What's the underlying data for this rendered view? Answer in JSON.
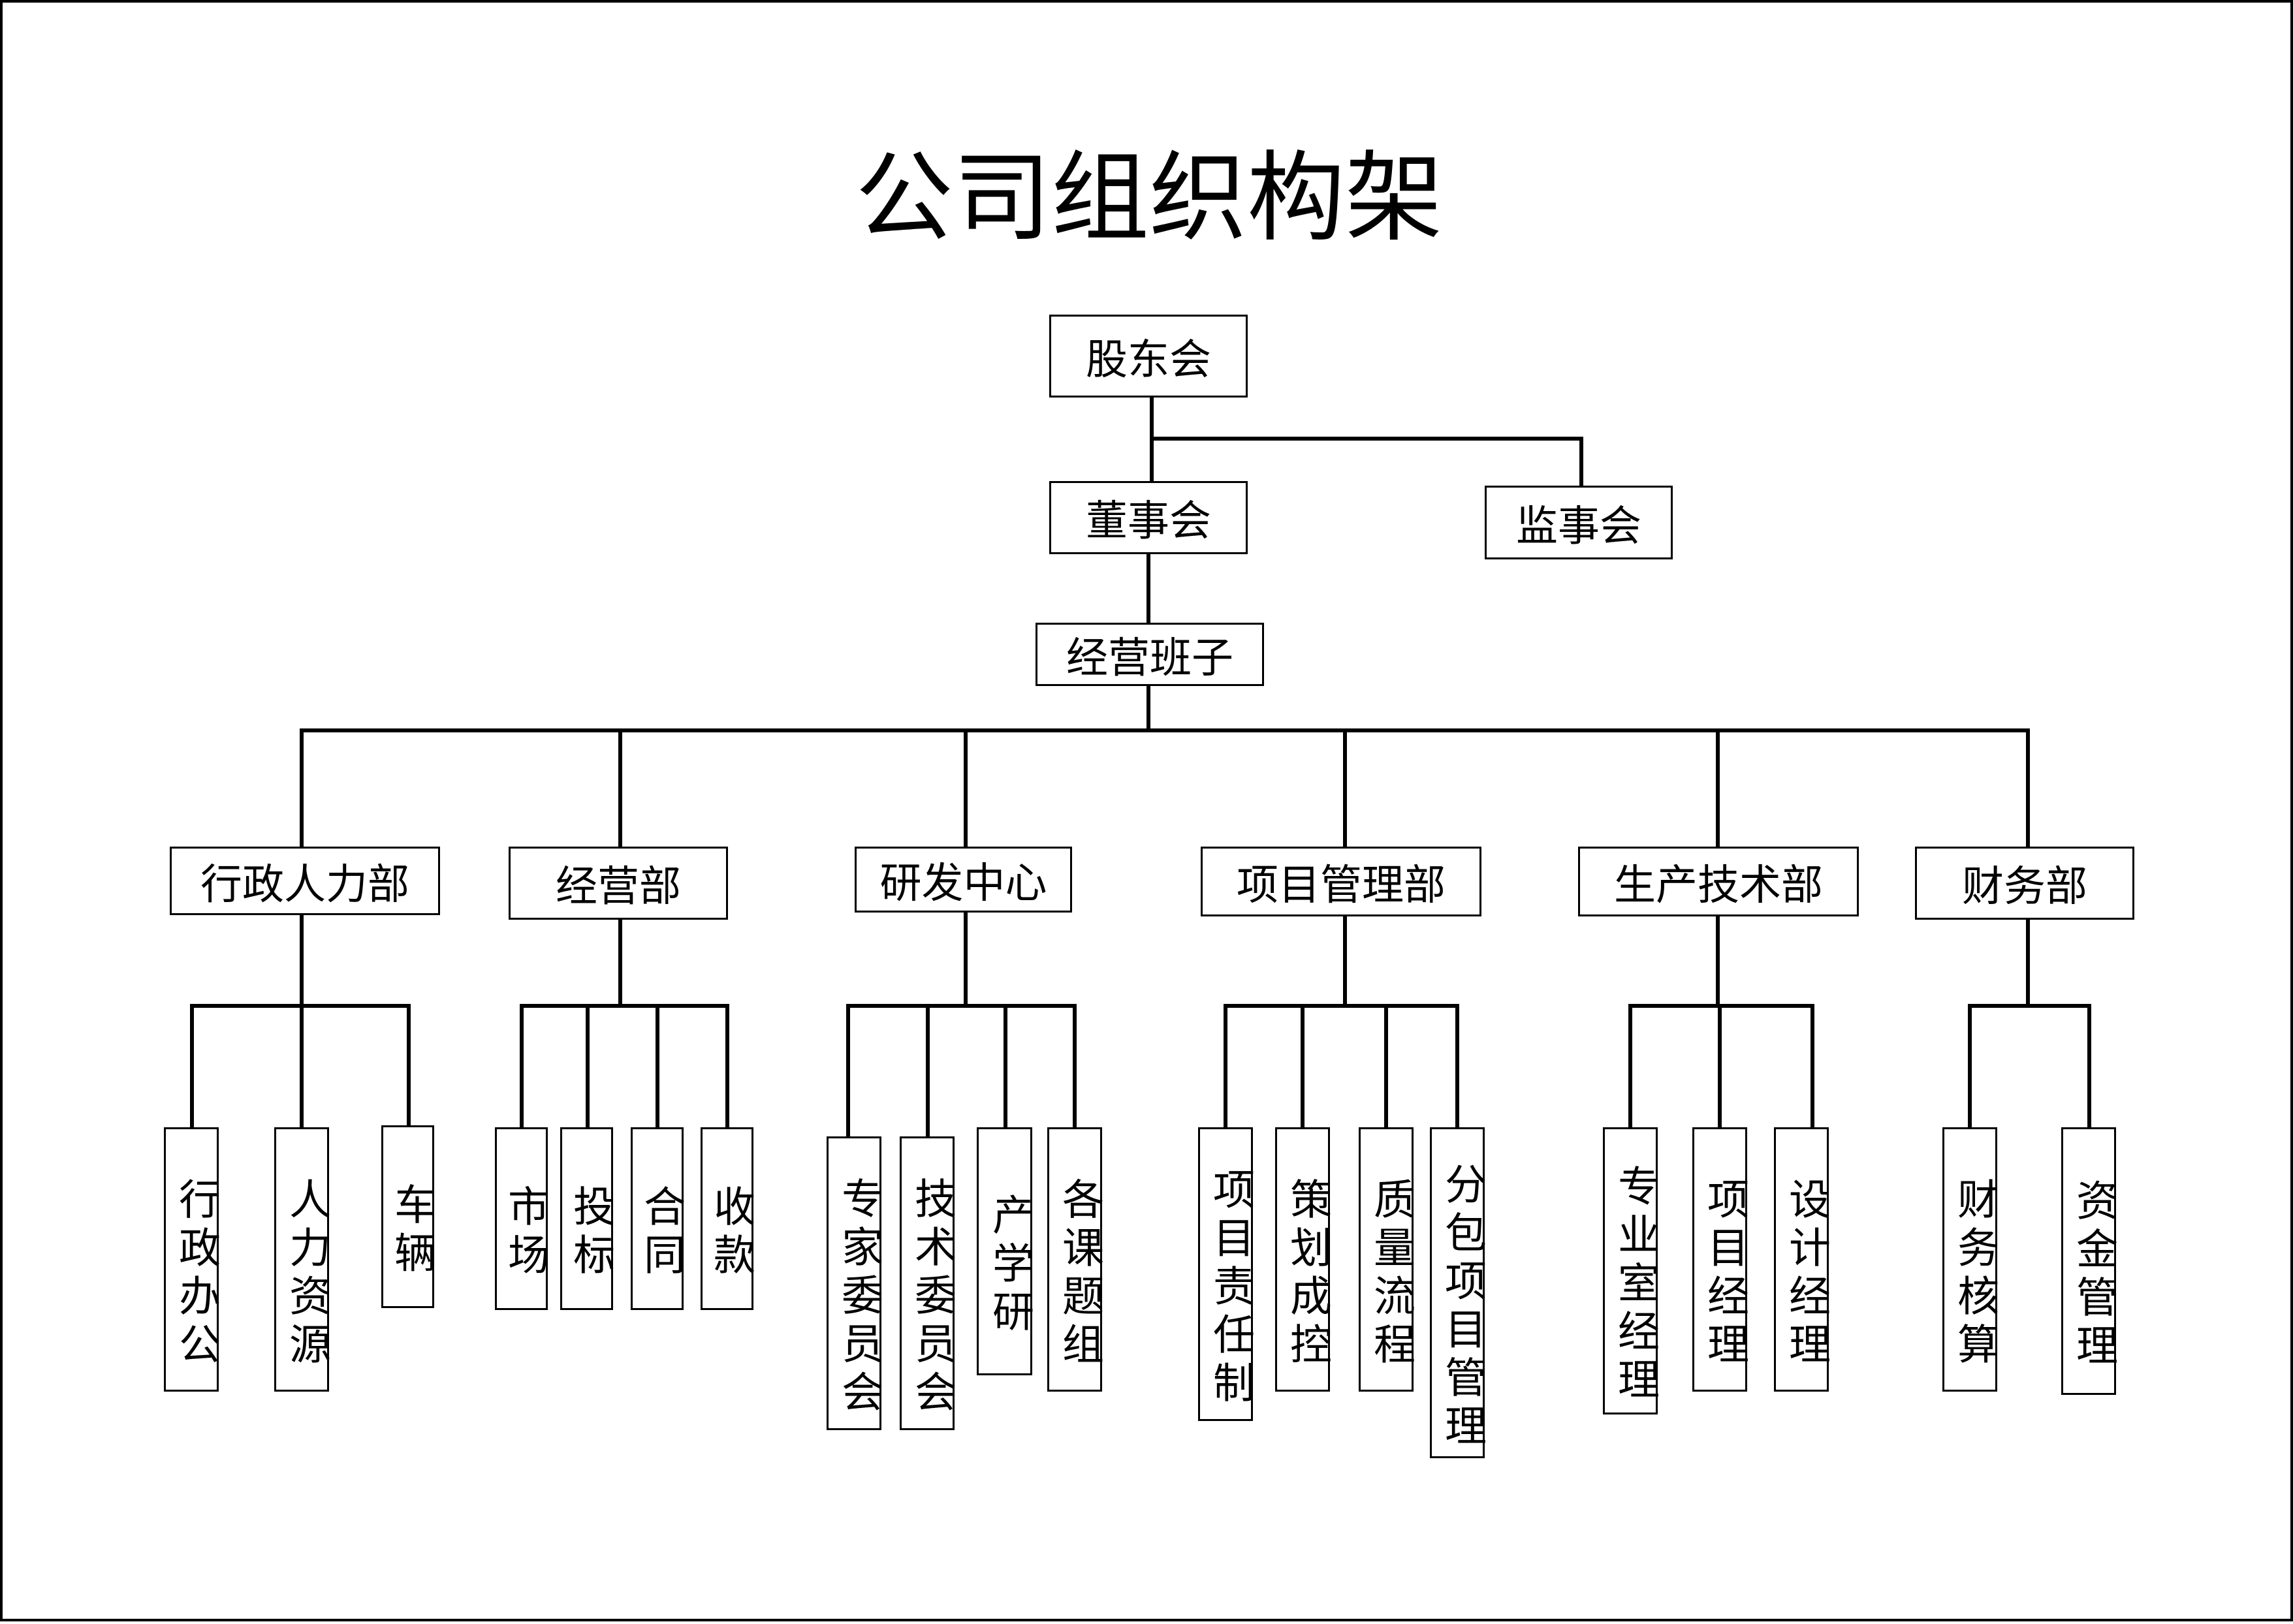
{
  "title": "公司组织构架",
  "top": {
    "shareholders": "股东会",
    "board": "董事会",
    "supervisors": "监事会",
    "management": "经营班子"
  },
  "departments": [
    {
      "name": "行政人力部",
      "units": [
        "行政办公",
        "人力资源",
        "车辆"
      ]
    },
    {
      "name": "经营部",
      "units": [
        "市场",
        "投标",
        "合同",
        "收款"
      ]
    },
    {
      "name": "研发中心",
      "units": [
        "专家委员会",
        "技术委员会",
        "产学研",
        "各课题组"
      ]
    },
    {
      "name": "项目管理部",
      "units": [
        "项目责任制",
        "策划成控",
        "质量流程",
        "分包项目管理"
      ]
    },
    {
      "name": "生产技术部",
      "units": [
        "专业室经理",
        "项目经理",
        "设计经理"
      ]
    },
    {
      "name": "财务部",
      "units": [
        "财务核算",
        "资金管理"
      ]
    }
  ]
}
